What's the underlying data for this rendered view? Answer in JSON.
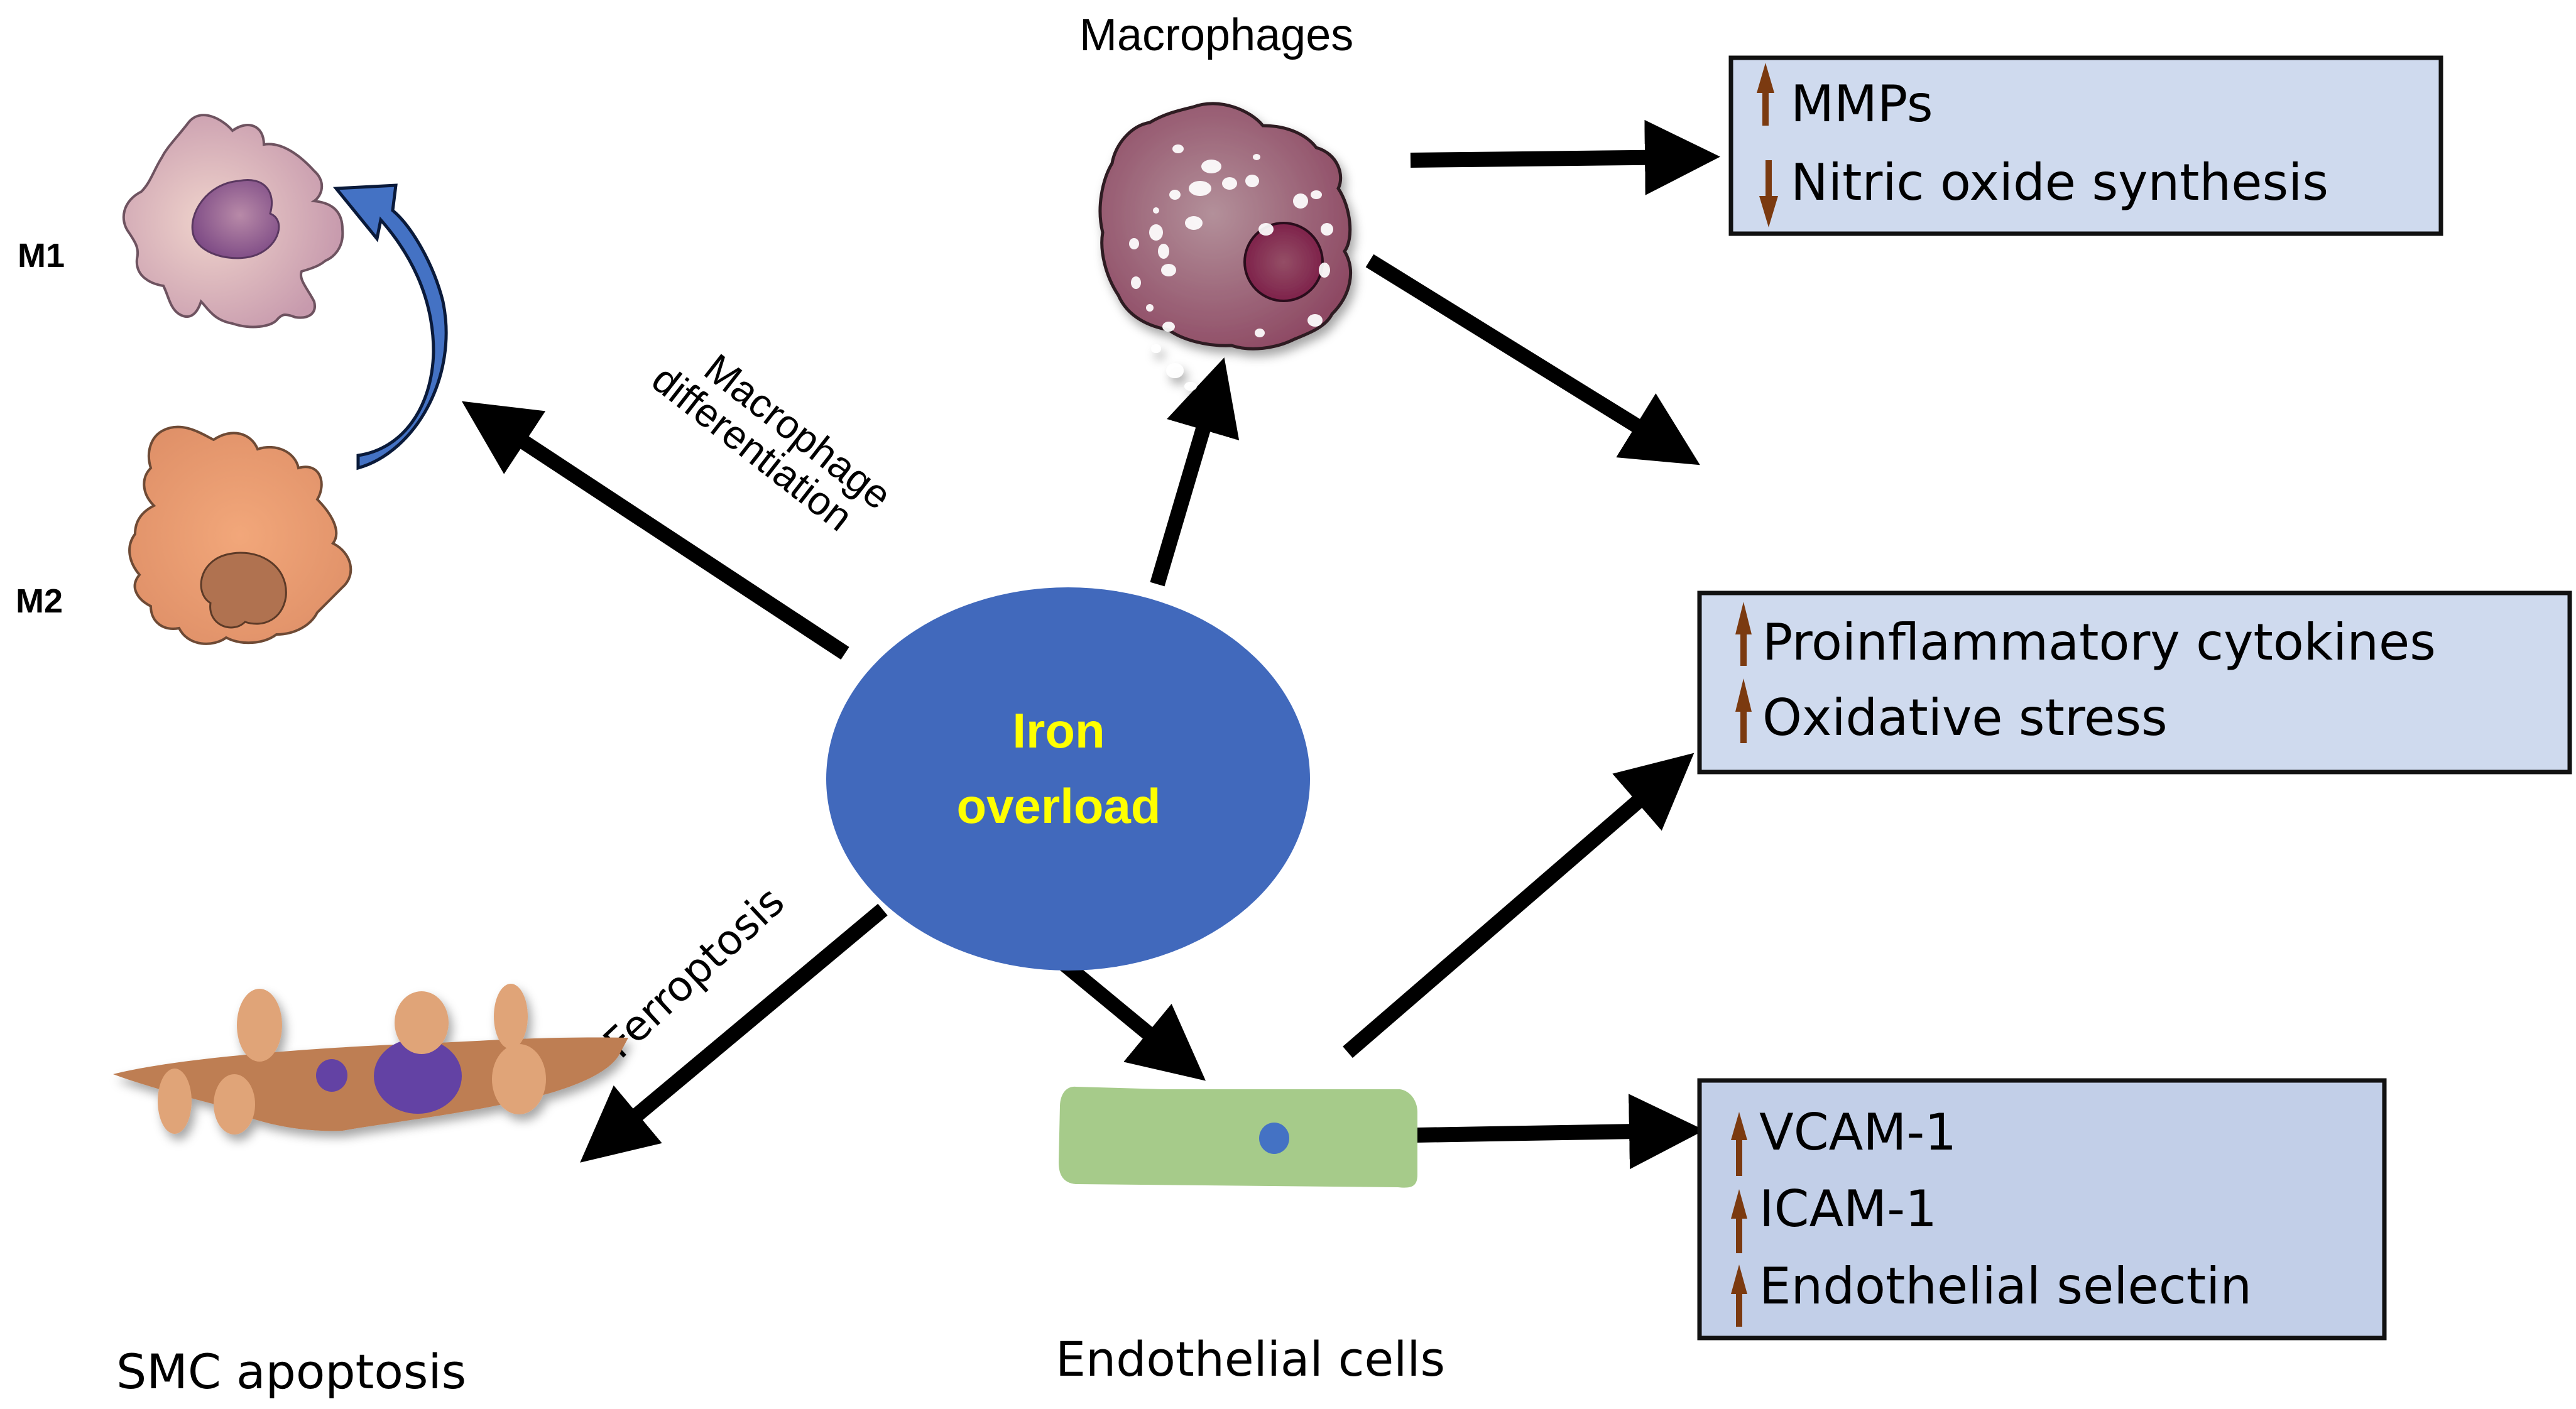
{
  "center": {
    "label_line1": "Iron",
    "label_line2": "overload",
    "fill_color": "#4169BC",
    "text_color": "#FFFF00"
  },
  "nodes": {
    "macrophages": {
      "label": "Macrophages"
    },
    "m1": {
      "label": "M1"
    },
    "m2": {
      "label": "M2"
    },
    "smc": {
      "label": "SMC apoptosis"
    },
    "endothelial": {
      "label": "Endothelial cells"
    }
  },
  "edge_labels": {
    "macrophage_differentiation_line1": "Macrophage",
    "macrophage_differentiation_line2": "differentiation",
    "ferroptosis": "Ferroptosis"
  },
  "boxes": {
    "macrophage_effects": {
      "items": [
        {
          "direction": "up",
          "text": "MMPs"
        },
        {
          "direction": "down",
          "text": "Nitric oxide synthesis"
        }
      ]
    },
    "shared_effects": {
      "items": [
        {
          "direction": "up",
          "text": "Proinflammatory cytokines"
        },
        {
          "direction": "up",
          "text": "Oxidative stress"
        }
      ]
    },
    "endothelial_effects": {
      "items": [
        {
          "direction": "up",
          "text": "VCAM-1"
        },
        {
          "direction": "up",
          "text": "ICAM-1"
        },
        {
          "direction": "up",
          "text": "Endothelial selectin"
        }
      ]
    }
  },
  "colors": {
    "box_fill": "#CDD8EE",
    "box_fill_alt": "#C2CFE8",
    "indicator_arrow": "#7B3A10",
    "polarization_arrow": "#4472C4",
    "endothelial_cell": "#A6CB8A",
    "endothelial_nucleus": "#4472C4",
    "m1_cell": "#DDBCC4",
    "m1_nucleus": "#98628F",
    "m2_cell": "#E99A6B",
    "m2_nucleus": "#B07250",
    "macrophage_cell": "#A46A7E",
    "macrophage_nucleus": "#8A2D52",
    "smc_body": "#BE7E52",
    "smc_bleb": "#E0A478",
    "smc_nucleus": "#6342A4"
  }
}
